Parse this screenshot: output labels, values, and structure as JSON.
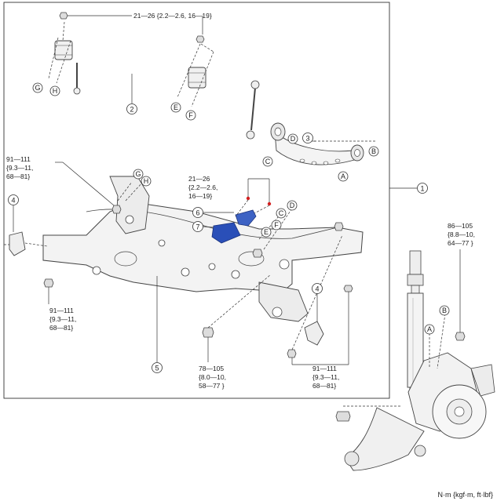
{
  "torque_labels": {
    "t_top": [
      "21—26 {2.2—2.6, 16—19}"
    ],
    "t_left": [
      "91—111",
      "{9.3—11,",
      "68—81}"
    ],
    "t_mid": [
      "21—26",
      "{2.2—2.6,",
      "16—19}"
    ],
    "t_bl": [
      "91—111",
      "{9.3—11,",
      "68—81}"
    ],
    "t_bc": [
      "78—105",
      "{8.0—10,",
      "58—77 }"
    ],
    "t_br": [
      "91—111",
      "{9.3—11,",
      "68—81}"
    ],
    "t_right": [
      "86—105",
      "{8.8—10,",
      "64—77 }"
    ]
  },
  "callouts": {
    "c1": "1",
    "c2": "2",
    "c3": "3",
    "c4a": "4",
    "c4b": "4",
    "c5": "5",
    "c6": "6",
    "c7": "7",
    "lA1": "A",
    "lB1": "B",
    "lC1": "C",
    "lD1": "D",
    "lE1": "E",
    "lF1": "F",
    "lG1": "G",
    "lH1": "H",
    "lG2": "G",
    "lH2": "H",
    "lE2": "E",
    "lF2": "F",
    "lC2": "C",
    "lD2": "D",
    "lA2": "A",
    "lB2": "B"
  },
  "units_label": "N·m {kgf·m, ft·lbf}"
}
